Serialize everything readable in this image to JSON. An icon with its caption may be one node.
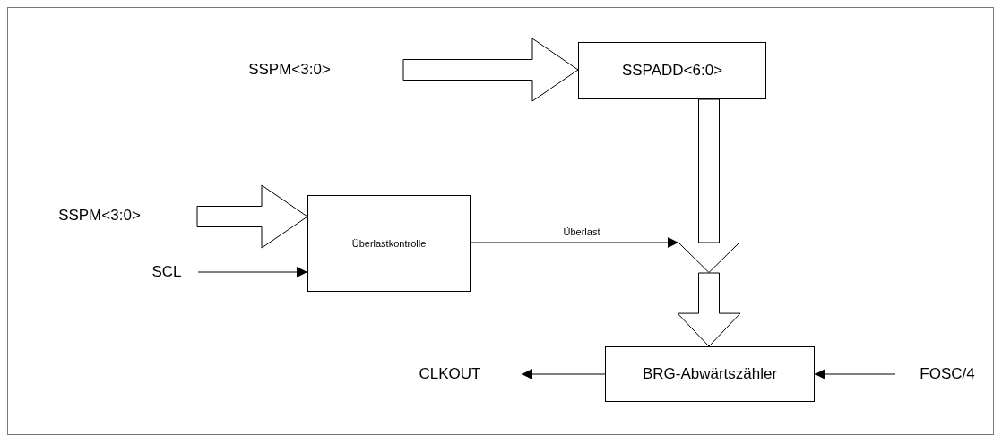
{
  "diagram": {
    "nodes": [
      {
        "text": [
          "SSPM<3:0>"
        ]
      },
      {
        "text": [
          "SSPADD<6:0>"
        ]
      },
      {
        "text": [
          "SSPM<3:0>"
        ]
      },
      {
        "text": [
          "SCL"
        ]
      },
      {
        "text": [
          "Überlastkontrolle"
        ]
      },
      {
        "text": [],
        "shape": "triangle"
      },
      {
        "text": [
          "BRG-Abwärtszähler"
        ]
      },
      {
        "text": [
          "CLKOUT"
        ]
      },
      {
        "text": [
          "FOSC/4"
        ]
      }
    ],
    "edges": [
      {
        "from": 0,
        "to": 1,
        "arrow": "to",
        "style": "thick"
      },
      {
        "from": 2,
        "to": 4,
        "arrow": "to",
        "style": "thick"
      },
      {
        "from": 3,
        "to": 4,
        "arrow": "to"
      },
      {
        "from": 4,
        "to": 5,
        "arrow": "to",
        "label": "Überlast"
      },
      {
        "from": 1,
        "to": 5,
        "arrow": "none",
        "style": "thick"
      },
      {
        "from": 5,
        "to": 6,
        "arrow": "to",
        "style": "thick"
      },
      {
        "from": 6,
        "to": 7,
        "arrow": "to"
      },
      {
        "from": 8,
        "to": 6,
        "arrow": "to"
      }
    ]
  }
}
